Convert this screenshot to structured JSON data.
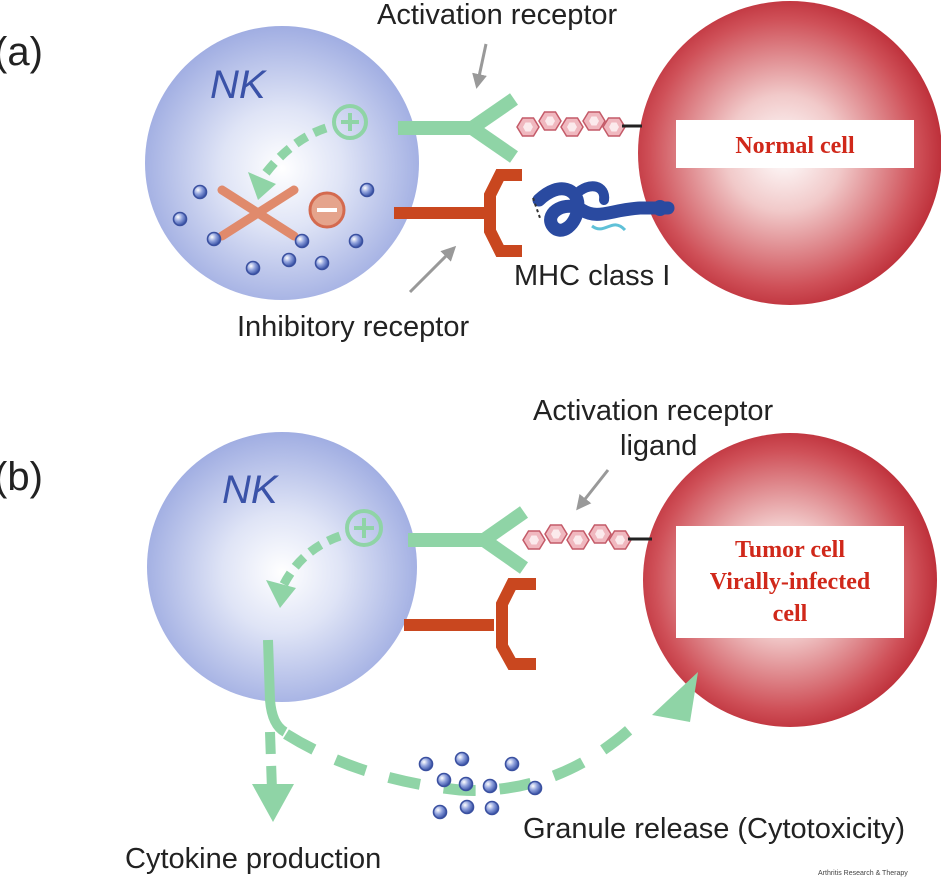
{
  "panels": {
    "a": {
      "label": "(a)",
      "nk_label": "NK",
      "activation_receptor": "Activation receptor",
      "inhibitory_receptor": "Inhibitory receptor",
      "mhc": "MHC class I",
      "target": "Normal cell"
    },
    "b": {
      "label": "(b)",
      "nk_label": "NK",
      "ligand_line1": "Activation receptor",
      "ligand_line2": "ligand",
      "target_line1": "Tumor cell",
      "target_line2": "Virally-infected",
      "target_line3": "cell",
      "cytokine": "Cytokine production",
      "granule": "Granule release (Cytotoxicity)"
    }
  },
  "credit": "Arthritis Research & Therapy",
  "colors": {
    "nk_cell": "#a9b6e6",
    "target_cell": "#c8323c",
    "activation": "#8fd4a6",
    "inhibitory": "#c9471f",
    "granule": "#5068b8",
    "mhc_heavy": "#2a4aa0",
    "mhc_light": "#5fc1d8"
  }
}
